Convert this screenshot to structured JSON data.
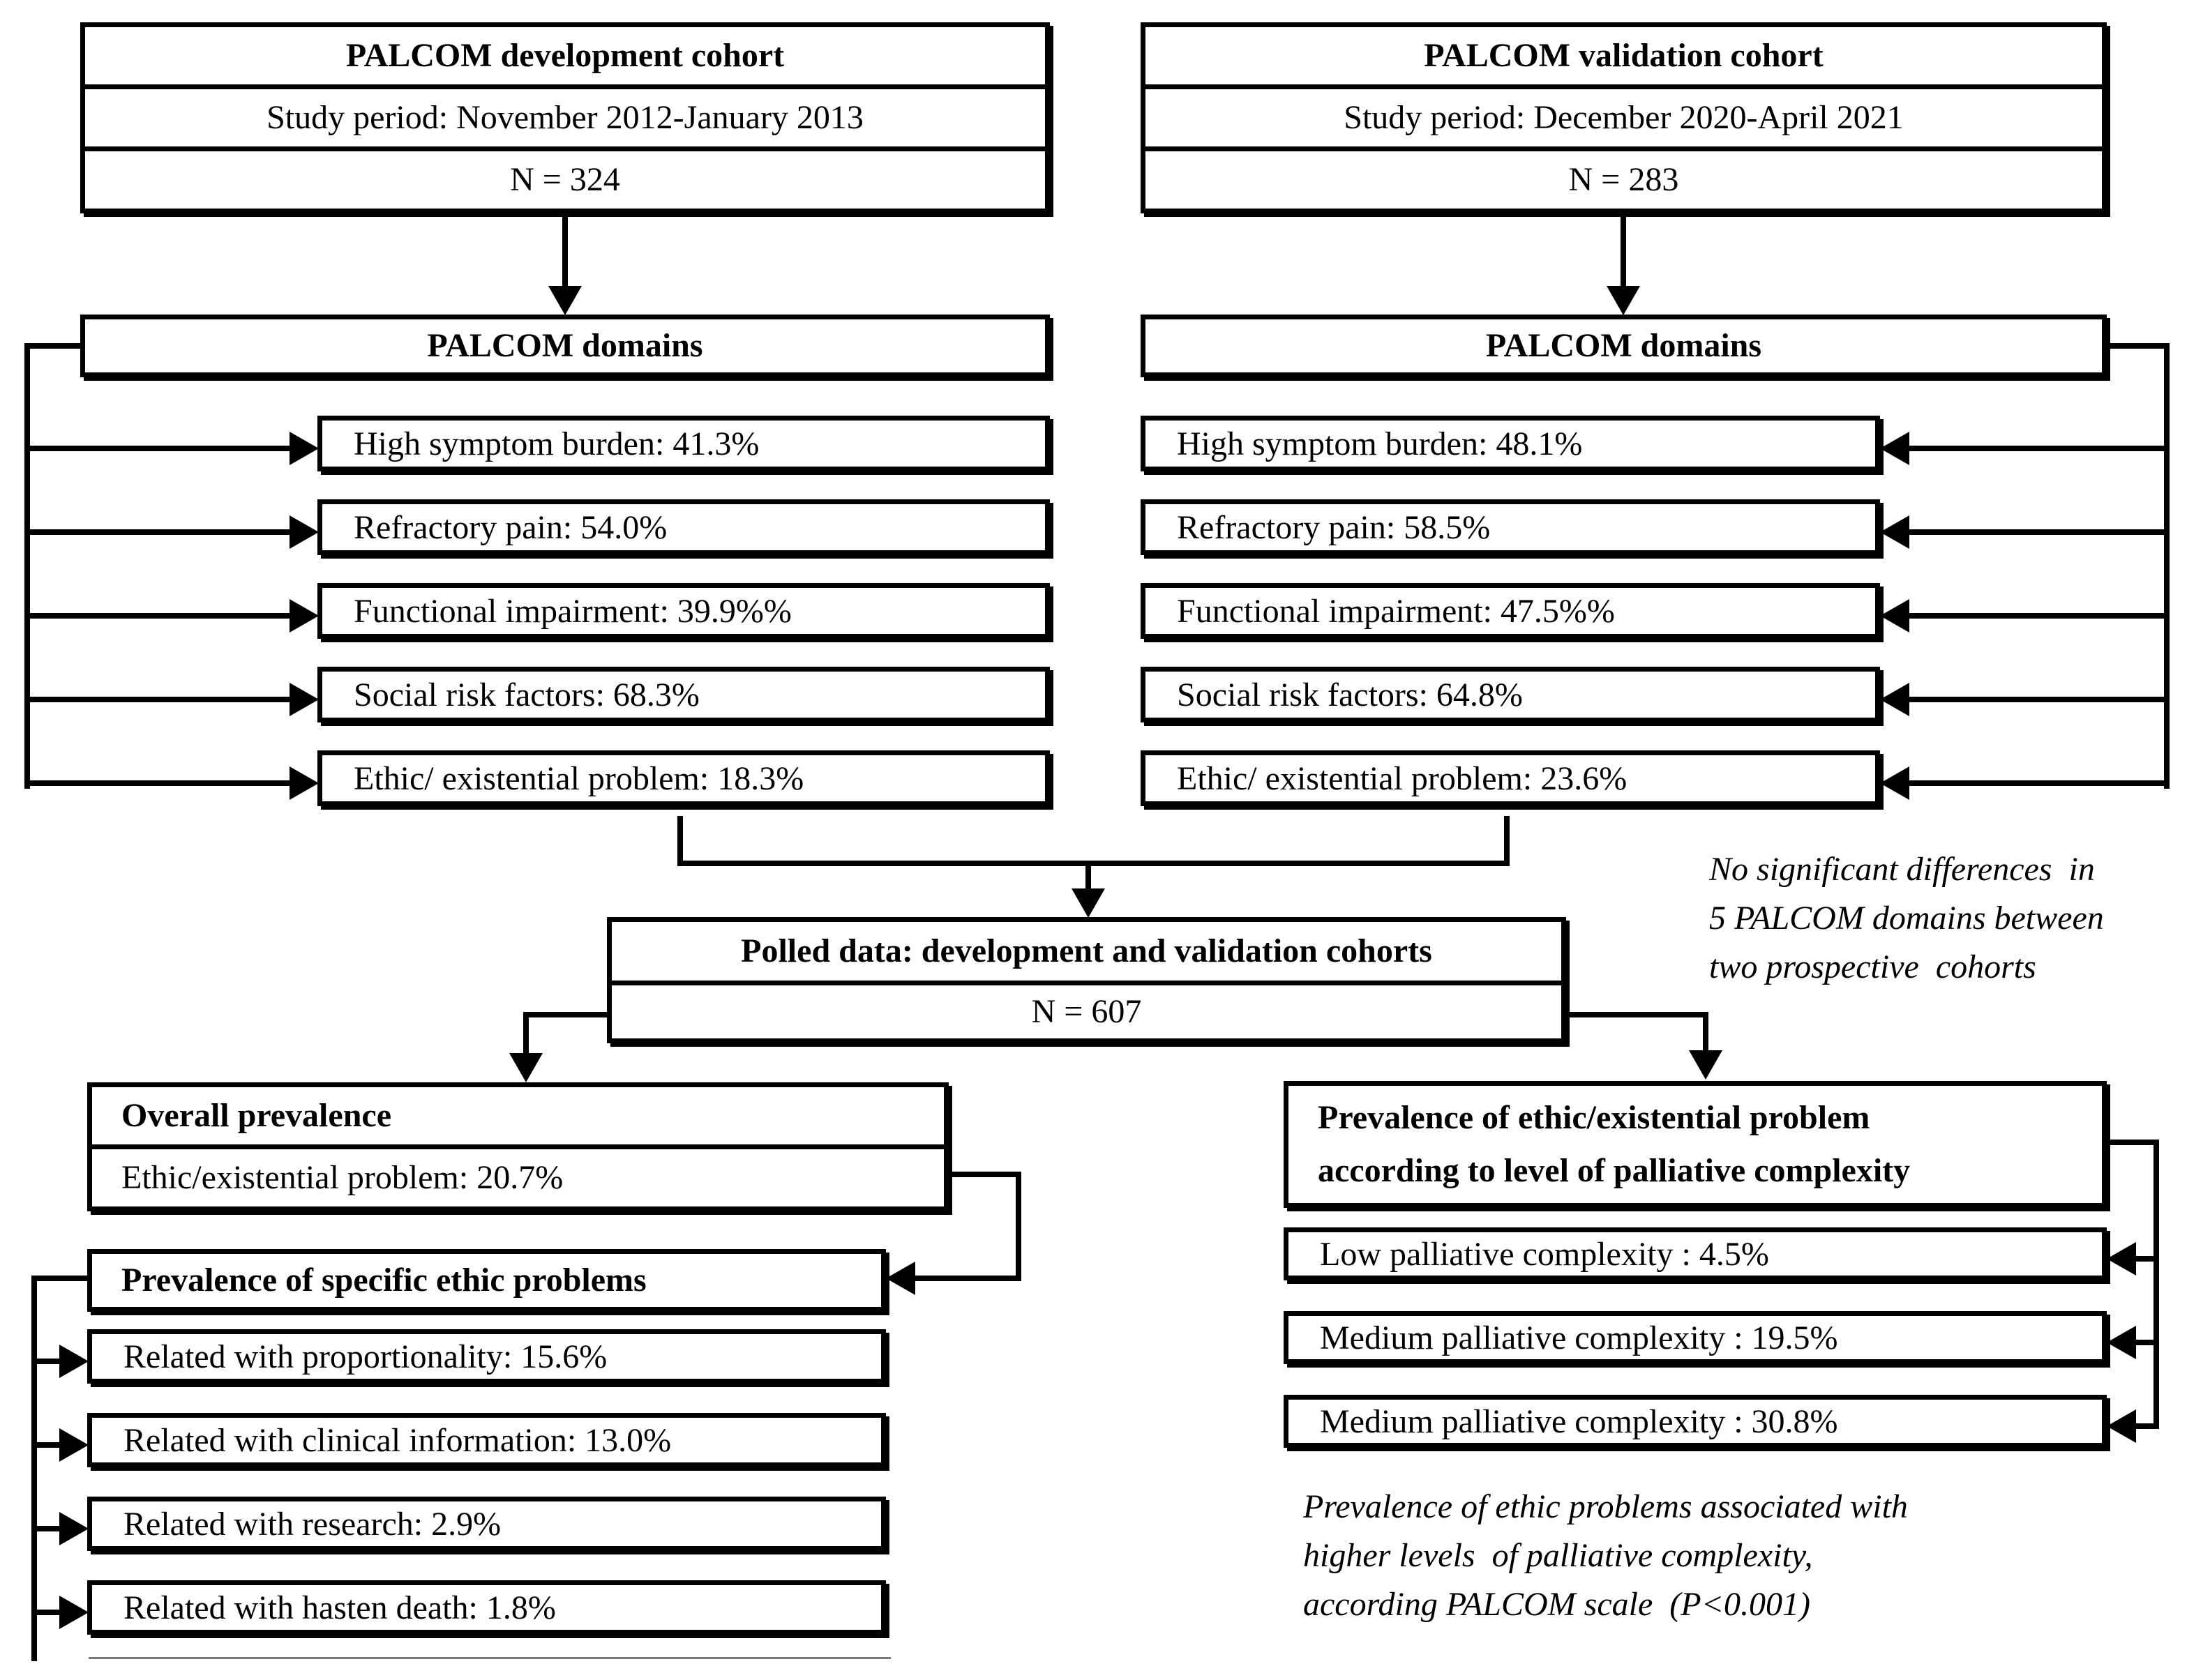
{
  "development_cohort": {
    "title": "PALCOM development cohort",
    "study_period": "Study period: November 2012-January 2013",
    "n": "N = 324"
  },
  "validation_cohort": {
    "title": "PALCOM validation cohort",
    "study_period": "Study period: December 2020-April 2021",
    "n": "N = 283"
  },
  "development_domains": {
    "title": "PALCOM domains",
    "items": [
      "High symptom burden: 41.3%",
      "Refractory pain: 54.0%",
      "Functional impairment: 39.9%%",
      "Social risk factors: 68.3%",
      "Ethic/ existential problem: 18.3%"
    ]
  },
  "validation_domains": {
    "title": "PALCOM domains",
    "items": [
      "High symptom burden: 48.1%",
      "Refractory pain: 58.5%",
      "Functional impairment: 47.5%%",
      "Social risk factors: 64.8%",
      "Ethic/ existential problem: 23.6%"
    ]
  },
  "pooled_data": {
    "title": "Polled data: development and validation cohorts",
    "n": "N = 607"
  },
  "note_domains": {
    "line1": "No significant differences  in",
    "line2": "5 PALCOM domains between",
    "line3": "two prospective  cohorts"
  },
  "overall_prevalence": {
    "title": "Overall prevalence",
    "value": "Ethic/existential problem: 20.7%"
  },
  "specific_problems": {
    "title": "Prevalence of specific ethic problems",
    "items": [
      "Related with proportionality: 15.6%",
      "Related with clinical information: 13.0%",
      "Related with research: 2.9%",
      "Related with hasten death: 1.8%"
    ]
  },
  "complexity_prevalence": {
    "title_line1": "Prevalence of ethic/existential problem",
    "title_line2": "according to level of palliative complexity",
    "items": [
      "Low palliative complexity : 4.5%",
      "Medium palliative complexity : 19.5%",
      "Medium palliative complexity : 30.8%"
    ]
  },
  "note_complexity": {
    "line1": "Prevalence of ethic problems associated with",
    "line2": "higher levels  of palliative complexity,",
    "line3": "according PALCOM scale  (P<0.001)"
  },
  "colors": {
    "line": "#000000",
    "background": "#ffffff",
    "partial_box_line": "#777777"
  }
}
